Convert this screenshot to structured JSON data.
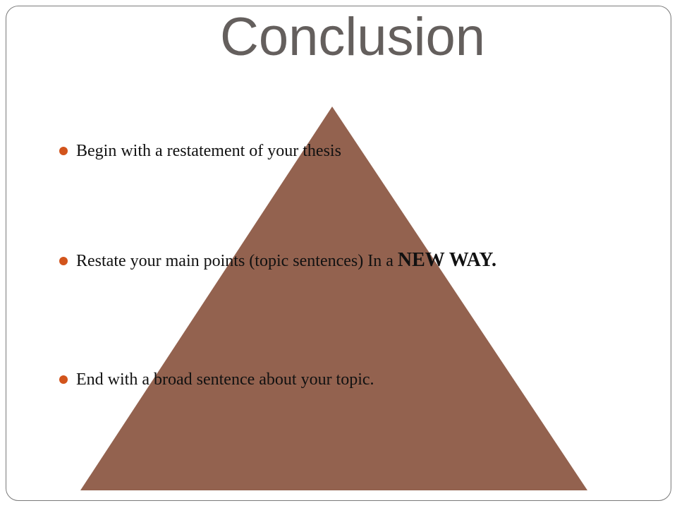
{
  "slide": {
    "title": "Conclusion",
    "pyramid_color": "#93624f",
    "bullet_color": "#d2541c",
    "bullets": [
      {
        "text": "Begin with a restatement of your thesis",
        "emphasis": ""
      },
      {
        "text": "Restate your main points (topic sentences) In a ",
        "emphasis": "NEW WAY."
      },
      {
        "text": "End with a broad sentence about your topic.",
        "emphasis": ""
      }
    ]
  }
}
